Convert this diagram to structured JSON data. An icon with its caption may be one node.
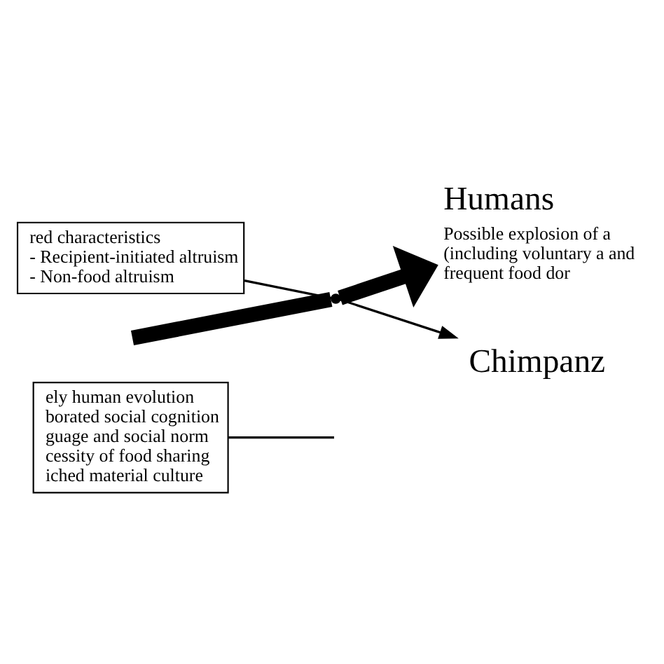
{
  "diagram": {
    "nodes": [
      {
        "text": [
          "ely human evolution",
          "borated social cognition",
          "guage and social norm",
          "cessity of food sharing",
          "iched material culture"
        ]
      },
      {
        "text": [
          "Humans"
        ],
        "beside": [
          "Possible explosion of a (including voluntary a and frequent food dor"
        ]
      },
      {
        "text": [
          "Chimpanz"
        ]
      },
      {
        "text": [
          "red characteristics",
          "- Recipient-initiated altruism",
          "- Non-food altruism"
        ]
      },
      {
        "text": [],
        "shape": "point"
      }
    ],
    "edges": [
      {
        "from": null,
        "to": 4,
        "arrow": "none",
        "style": "thick"
      },
      {
        "from": 4,
        "to": 1,
        "arrow": "to",
        "style": "thick"
      },
      {
        "from": 4,
        "to": 2,
        "arrow": "to"
      },
      {
        "from": 0,
        "to": null,
        "arrow": "none"
      },
      {
        "from": 3,
        "to": 4,
        "arrow": "none"
      }
    ]
  }
}
